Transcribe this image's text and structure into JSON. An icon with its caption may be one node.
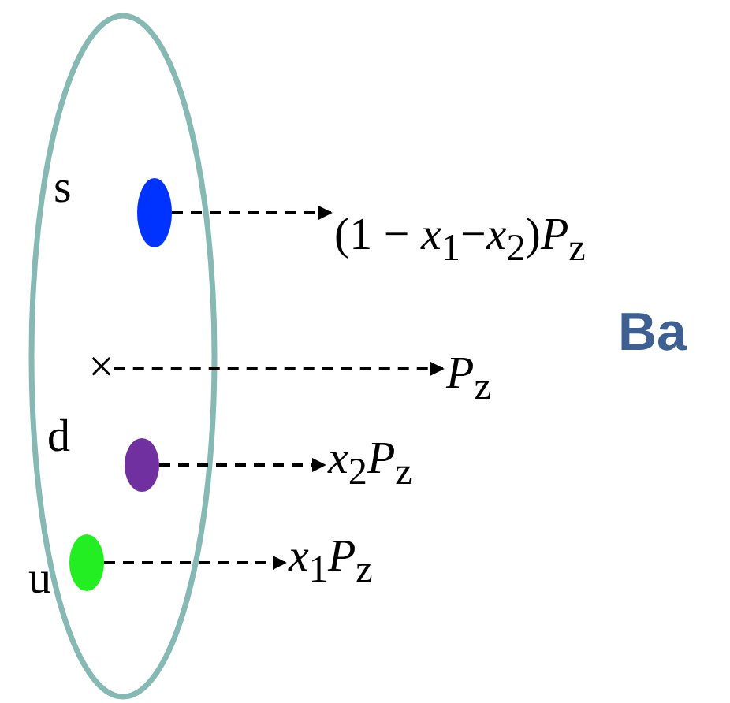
{
  "diagram": {
    "nodes": [
      {
        "text": [],
        "shape": "ellipse"
      },
      {
        "text": [],
        "shape": "circle",
        "in": 0,
        "beside": [
          "s"
        ]
      },
      {
        "text": [
          "×"
        ],
        "in": 0
      },
      {
        "text": [],
        "shape": "circle",
        "in": 0,
        "beside": [
          "d"
        ]
      },
      {
        "text": [],
        "shape": "circle",
        "in": 0,
        "beside": [
          "u"
        ]
      },
      {
        "text": [
          "(1 − *x*$_{1}$−*x*$_{2}$)*P*$_{z}$"
        ]
      },
      {
        "text": [
          "*P*$_{z}$"
        ]
      },
      {
        "text": [
          "*x*$_{2}$*P*$_{z}$"
        ]
      },
      {
        "text": [
          "*x*$_{1}$*P*$_{z}$"
        ]
      }
    ],
    "edges": [
      {
        "from": 1,
        "to": 5,
        "arrow": "to",
        "style": "dashed"
      },
      {
        "from": 2,
        "to": 6,
        "arrow": "to",
        "style": "dashed"
      },
      {
        "from": 3,
        "to": 7,
        "arrow": "to",
        "style": "dashed"
      },
      {
        "from": 4,
        "to": 8,
        "arrow": "to",
        "style": "dashed"
      }
    ],
    "labels": [
      "Ba"
    ]
  }
}
